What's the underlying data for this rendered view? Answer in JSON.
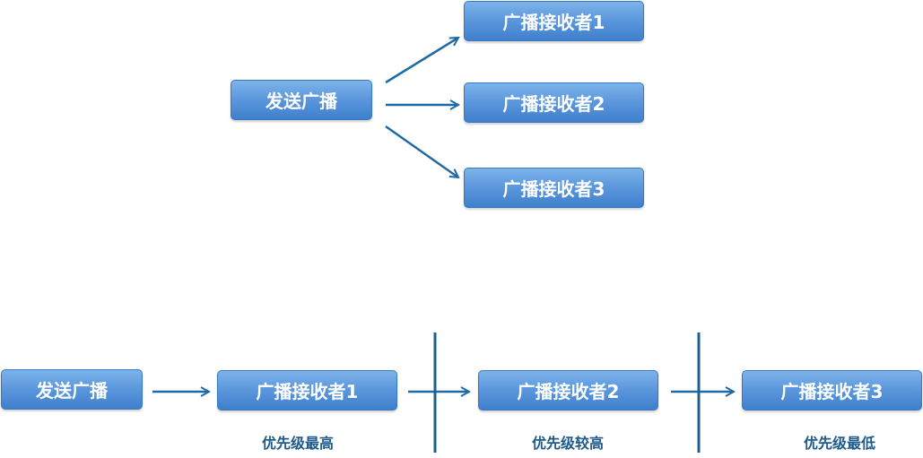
{
  "broadcast_diagram": {
    "sender": "发送广播",
    "receivers": [
      "广播接收者1",
      "广播接收者2",
      "广播接收者3"
    ]
  },
  "ordered_diagram": {
    "sender": "发送广播",
    "receivers": [
      "广播接收者1",
      "广播接收者2",
      "广播接收者3"
    ],
    "priorities": [
      "优先级最高",
      "优先级较高",
      "优先级最低"
    ]
  },
  "colors": {
    "box_top": "#7db3ea",
    "box_bottom": "#3f7fcc",
    "arrow": "#1f6aa5",
    "divider": "#1f5f8f",
    "priority_text": "#1f5a8a"
  }
}
